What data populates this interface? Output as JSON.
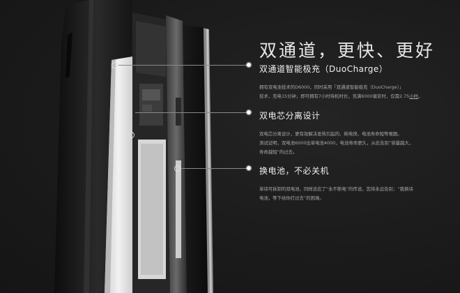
{
  "headline": "双通道，更快、更好",
  "features": [
    {
      "title": "双通道智能极充（DuoCharge）",
      "desc_line1": "拥有双电池技术的D6000，同时采用「双通道智能极充（DuoCharge）」",
      "desc_line2_pre": "技术，充电15分钟，即可拥有7小时待机时长，充满6000毫安时，仅需2.75",
      "desc_line2_ul": "小时",
      "desc_line2_post": "。"
    },
    {
      "title": "双电芯分离设计",
      "desc_line1": "双电芯分离设计，更有效解决发热引起的、耗电快、电池寿命短等难题。",
      "desc_line2": "测试证明，双电池6000出单电池4000，电池寿命更久，从此告别“容量越大，",
      "desc_line3": "寿命越短”的过去。"
    },
    {
      "title": "换电池，不必关机",
      "desc_line1": "单块可拆卸的双电池，同样适应了“永不断电”的传说，您将永远告别：“我换块",
      "desc_line2": "电池，等下给你打过去”的困境。"
    }
  ],
  "icons": {
    "callout_dot": "callout-dot-icon",
    "callout_ring": "callout-ring-icon"
  },
  "colors": {
    "background": "#1c1c1c",
    "headline": "#e8e8e8",
    "body_text": "#a8a8a8",
    "accent_white": "#ffffff"
  }
}
